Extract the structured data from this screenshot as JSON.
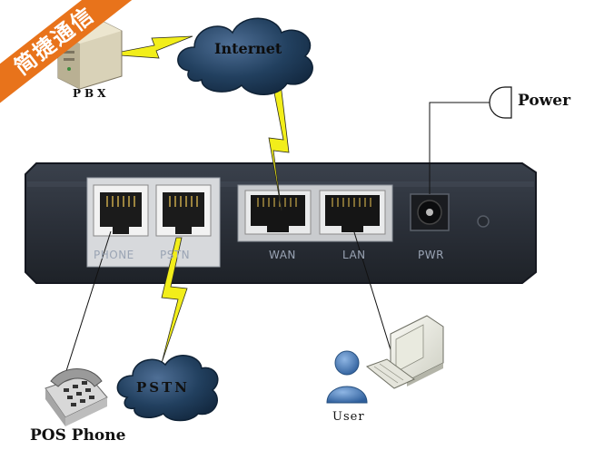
{
  "banner": {
    "text": "简捷通信",
    "color": "#e8731b"
  },
  "nodes": {
    "pbx": "PBX",
    "internet": "Internet",
    "power": "Power",
    "pstn": "PSTN",
    "pos_phone": "POS Phone",
    "user": "User"
  },
  "ports": {
    "phone": "PHONE",
    "pstn": "PSTN",
    "wan": "WAN",
    "lan": "LAN",
    "pwr": "PWR"
  },
  "colors": {
    "device_body": "#2f3540",
    "cloud": "#1f3a5c",
    "lightning": "#f2ee1a",
    "port_label": "#9aa4b4"
  }
}
